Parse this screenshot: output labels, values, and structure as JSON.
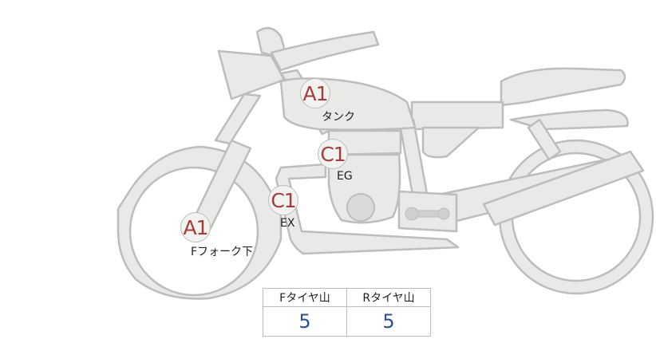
{
  "markers": [
    {
      "grade": "A1",
      "label": "タンク"
    },
    {
      "grade": "C1",
      "label": "EG"
    },
    {
      "grade": "C1",
      "label": "EX"
    },
    {
      "grade": "A1",
      "label": "Fフォーク下"
    }
  ],
  "tread_table": {
    "headers": [
      "Fタイヤ山",
      "Rタイヤ山"
    ],
    "values": [
      "5",
      "5"
    ]
  },
  "colors": {
    "grade_text": "#a63d3d",
    "tread_value": "#2f4f8f",
    "bike_fill": "#e9e9e7",
    "bike_outline": "#bdbdbb"
  }
}
